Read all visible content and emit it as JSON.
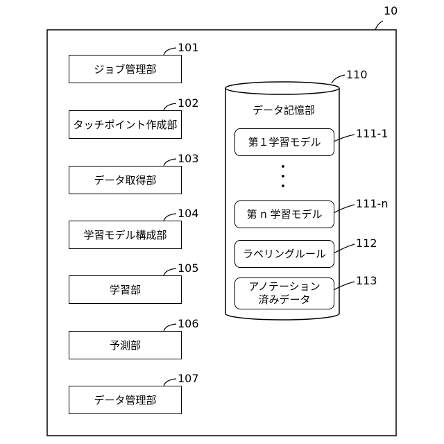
{
  "device": {
    "ref": "10",
    "modules": [
      {
        "ref": "101",
        "label": "ジョブ管理部"
      },
      {
        "ref": "102",
        "label": "タッチポイント作成部"
      },
      {
        "ref": "103",
        "label": "データ取得部"
      },
      {
        "ref": "104",
        "label": "学習モデル構成部"
      },
      {
        "ref": "105",
        "label": "学習部"
      },
      {
        "ref": "106",
        "label": "予測部"
      },
      {
        "ref": "107",
        "label": "データ管理部"
      }
    ]
  },
  "storage": {
    "ref": "110",
    "title": "データ記憶部",
    "items": [
      {
        "ref": "111-1",
        "label": "第１学習モデル"
      },
      {
        "ref": "111-n",
        "label": "第 n 学習モデル"
      },
      {
        "ref": "112",
        "label": "ラベリングルール"
      },
      {
        "ref": "113",
        "label_line1": "アノテーション",
        "label_line2": "済みデータ"
      }
    ],
    "ellipsis": "・\n・\n・"
  }
}
